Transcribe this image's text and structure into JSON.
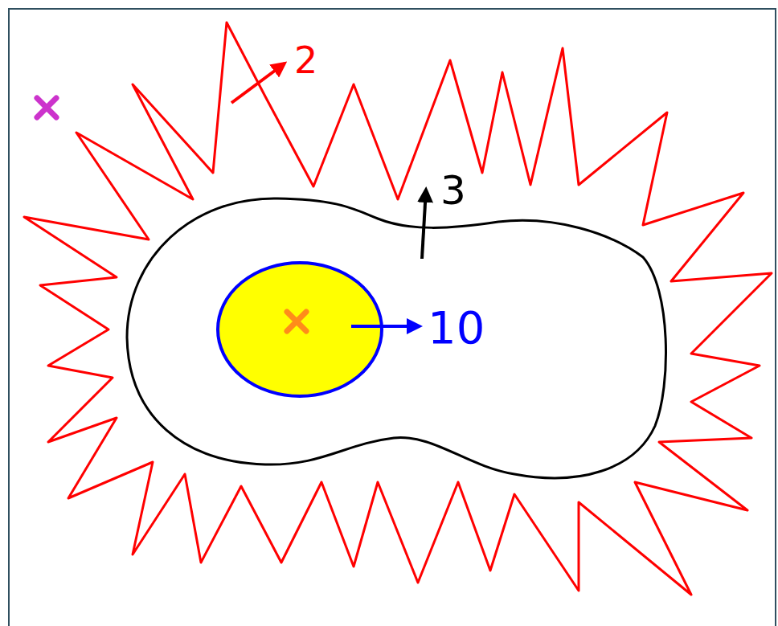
{
  "diagram": {
    "labels": [
      "2",
      "3",
      "10"
    ]
  }
}
